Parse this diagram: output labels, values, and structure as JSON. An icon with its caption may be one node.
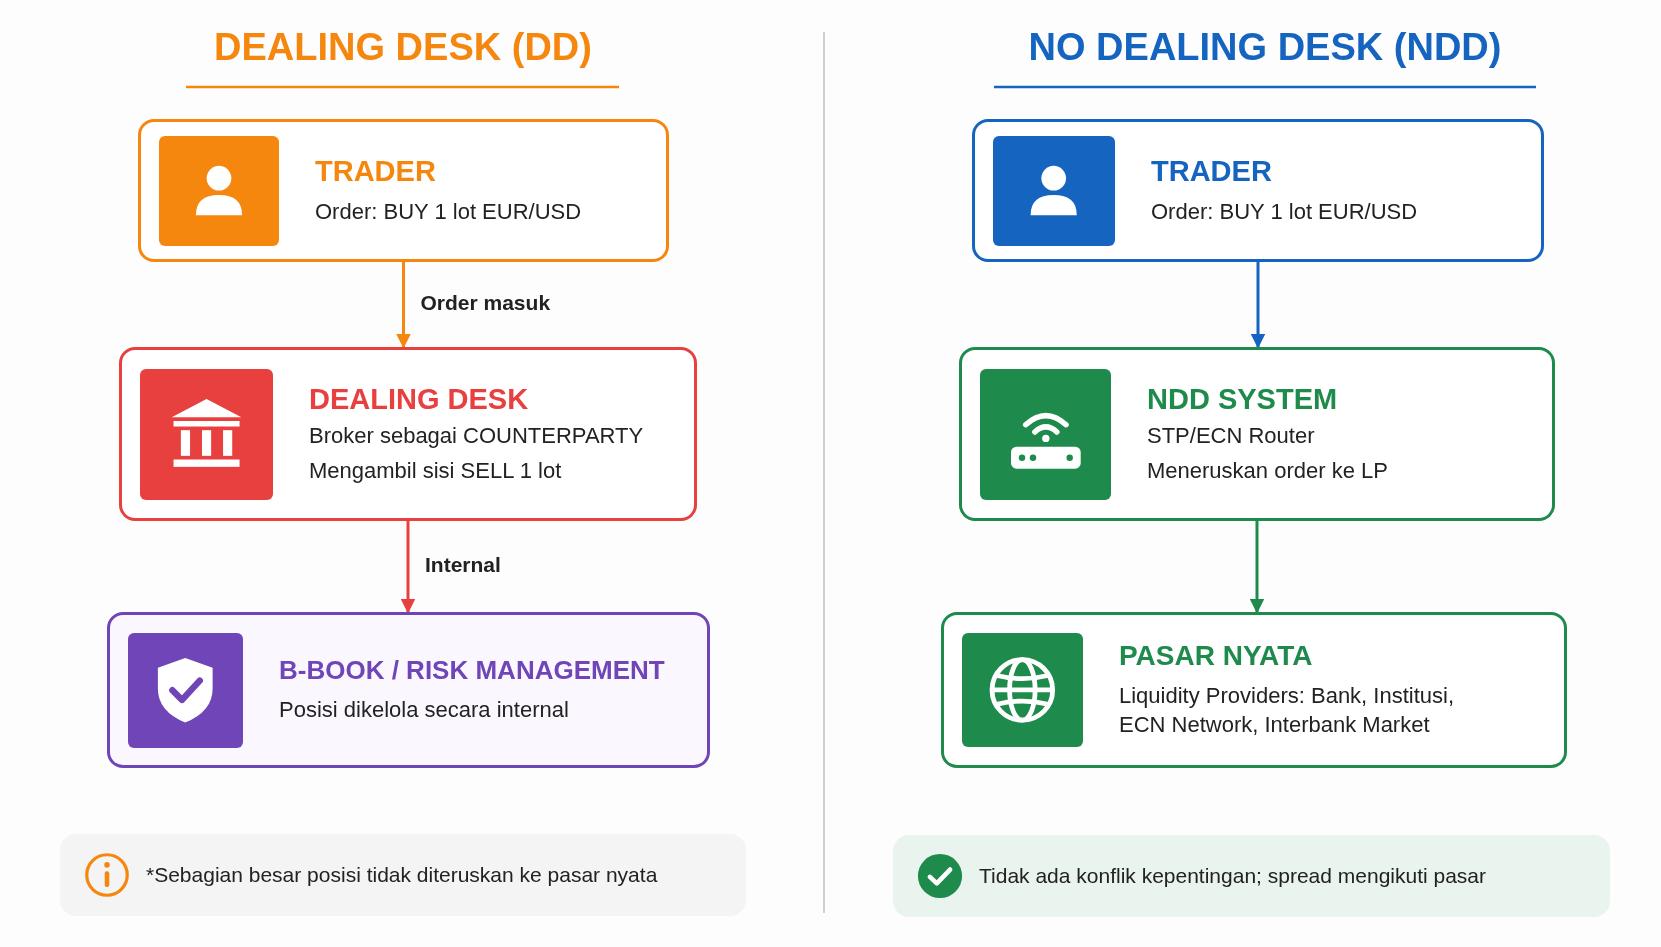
{
  "diagram": {
    "nodes": [
      {
        "text": [
          "TRADER",
          "Order: BUY 1 lot EUR/USD"
        ]
      },
      {
        "text": [
          "DEALING DESK",
          "Broker sebagai COUNTERPARTY",
          "Mengambil sisi SELL 1 lot"
        ]
      },
      {
        "text": [
          "B-BOOK / RISK MANAGEMENT",
          "Posisi dikelola secara internal"
        ]
      },
      {
        "text": [
          "TRADER",
          "Order: BUY 1 lot EUR/USD"
        ]
      },
      {
        "text": [
          "NDD SYSTEM",
          "STP/ECN Router",
          "Meneruskan order ke LP"
        ]
      },
      {
        "text": [
          "PASAR NYATA",
          "Liquidity Providers: Bank, Institusi, ECN Network, Interbank Market"
        ]
      },
      {
        "text": [
          "*Sebagian besar posisi tidak diteruskan ke pasar nyata"
        ]
      },
      {
        "text": [
          "Tidak ada konflik kepentingan; spread mengikuti pasar"
        ]
      }
    ],
    "edges": [
      {
        "from": 0,
        "to": 1,
        "arrow": "to",
        "label": "Order masuk",
        "color": "#f5870f"
      },
      {
        "from": 1,
        "to": 2,
        "arrow": "to",
        "label": "Internal",
        "color": "#e8403f"
      },
      {
        "from": 3,
        "to": 4,
        "arrow": "to",
        "color": "#1565c0"
      },
      {
        "from": 4,
        "to": 5,
        "arrow": "to",
        "color": "#1e8a4c"
      }
    ],
    "labels": [
      "DEALING DESK (DD)",
      "NO DEALING DESK (NDD)"
    ]
  }
}
